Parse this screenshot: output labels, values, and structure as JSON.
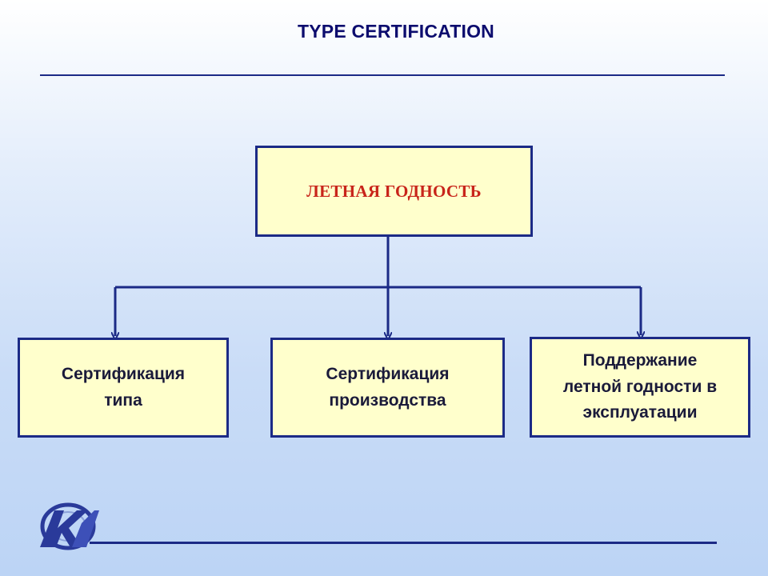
{
  "header": {
    "title": "TYPE CERTIFICATION"
  },
  "diagram": {
    "root": {
      "label": "ЛЕТНАЯ ГОДНОСТЬ"
    },
    "children": [
      {
        "label": "Сертификация\nтипа"
      },
      {
        "label": "Сертификация\nпроизводства"
      },
      {
        "label": "Поддержание\nлетной годности в\nэксплуатации"
      }
    ]
  },
  "colors": {
    "line": "#1b2a86",
    "box_fill": "#ffffcc",
    "root_text": "#c8241a",
    "title_text": "#0c0c6e"
  },
  "logo": {
    "icon": "company-logo-icon"
  }
}
